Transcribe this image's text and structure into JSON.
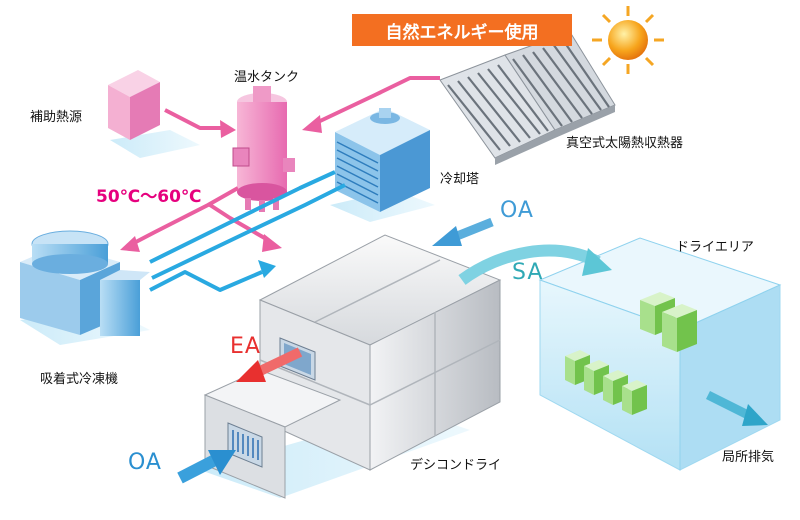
{
  "banner": "自然エネルギー使用",
  "labels": {
    "hot_water_tank": "温水タンク",
    "aux_heat": "補助熱源",
    "solar_collector": "真空式太陽熱収熱器",
    "cooling_tower": "冷却塔",
    "temperature": "50℃〜60℃",
    "absorption_chiller": "吸着式冷凍機",
    "desiccant_dryer": "デシコンドライ",
    "dry_area": "ドライエリア",
    "local_exhaust": "局所排気"
  },
  "flows": {
    "oa_top": "OA",
    "sa": "SA",
    "ea": "EA",
    "oa_bottom": "OA"
  },
  "colors": {
    "hot_water": "#ea5fa0",
    "cold_water": "#29a9e1",
    "supply_air": "#5cc6d6",
    "exhaust": "#e8302f",
    "banner": "#f36f21"
  },
  "icons": {
    "sun": "sun-icon"
  }
}
